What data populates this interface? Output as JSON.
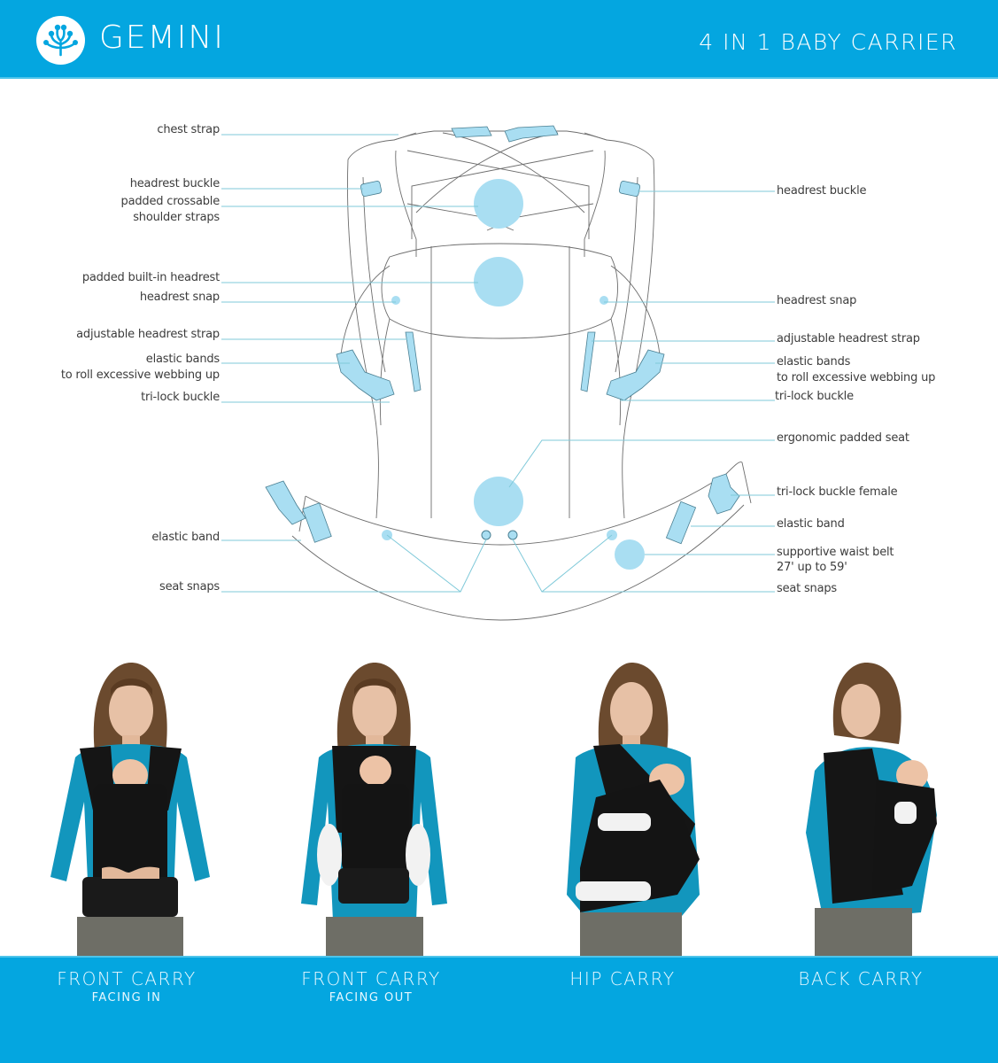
{
  "header": {
    "brand": "GEMINI",
    "subtitle": "4 IN 1 BABY CARRIER",
    "logo_icon": "peacock-tree-logo-icon",
    "background_color": "#04a6e0"
  },
  "diagram": {
    "accent_color": "#a9def2",
    "line_color": "#7fc9d9",
    "left_labels": [
      {
        "text": "chest strap"
      },
      {
        "text": "headrest buckle"
      },
      {
        "text": "padded crossable"
      },
      {
        "text": "shoulder  straps"
      },
      {
        "text": "padded built-in headrest"
      },
      {
        "text": "headrest snap"
      },
      {
        "text": "adjustable headrest strap"
      },
      {
        "text": "elastic bands"
      },
      {
        "text": "to roll excessive webbing up"
      },
      {
        "text": "tri-lock buckle"
      },
      {
        "text": "elastic band"
      },
      {
        "text": "seat snaps"
      }
    ],
    "right_labels": [
      {
        "text": "headrest buckle"
      },
      {
        "text": "headrest snap"
      },
      {
        "text": "adjustable headrest strap"
      },
      {
        "text": "elastic bands"
      },
      {
        "text": "to roll excessive webbing up"
      },
      {
        "text": "tri-lock buckle"
      },
      {
        "text": "ergonomic padded seat"
      },
      {
        "text": "tri-lock buckle female"
      },
      {
        "text": "elastic band"
      },
      {
        "text": "supportive waist belt"
      },
      {
        "text": "27' up to 59'"
      },
      {
        "text": "seat snaps"
      }
    ]
  },
  "carry_modes": [
    {
      "title": "FRONT CARRY",
      "subtitle": "FACING IN"
    },
    {
      "title": "FRONT CARRY",
      "subtitle": "FACING OUT"
    },
    {
      "title": "HIP CARRY",
      "subtitle": ""
    },
    {
      "title": "BACK CARRY",
      "subtitle": ""
    }
  ]
}
